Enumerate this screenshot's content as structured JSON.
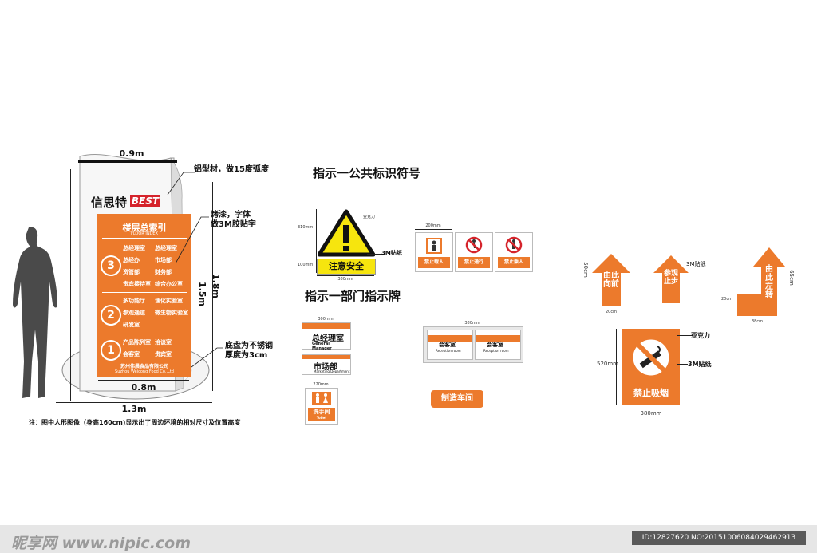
{
  "floor_directory": {
    "width_top": "0.9m",
    "width_base_outer": "1.3m",
    "width_base_inner": "0.8m",
    "height_total": "1.8m",
    "height_panel": "1.5m",
    "callout_frame": "铝型材，做15度弧度",
    "callout_paint": "烤漆，字体\n做3M胶贴字",
    "callout_base": "底盘为不锈钢\n厚度为3cm",
    "brand_cn": "信思特",
    "brand_logo": "BEST",
    "panel_title_cn": "楼层总索引",
    "panel_title_en": "FLOOR INDEX",
    "floors": [
      {
        "num": "3",
        "rooms": [
          [
            "总经理室",
            "总经理室"
          ],
          [
            "总经办",
            "市场部"
          ],
          [
            "资管部",
            "财务部"
          ],
          [
            "贵宾接待室",
            "综合办公室"
          ]
        ]
      },
      {
        "num": "2",
        "rooms": [
          [
            "多功能厅",
            "理化实验室"
          ],
          [
            "参观通道",
            "微生物实验室"
          ],
          [
            "研发室",
            ""
          ]
        ]
      },
      {
        "num": "1",
        "rooms": [
          [
            "产品陈列室",
            "洽谈室"
          ],
          [
            "会客室",
            "贵宾室"
          ]
        ]
      }
    ],
    "company_cn": "苏州伟晨食品有限公司",
    "company_en": "Suzhou Weicong Food Co.,Ltd",
    "note": "注：图中人形图像（身高160cm)显示出了周边环境的相对尺寸及位置高度"
  },
  "public_signs": {
    "title": "指示一公共标识符号",
    "warning_text": "注意安全",
    "warning_dim_w": "380mm",
    "warning_dim_h1": "310mm",
    "warning_dim_h2": "100mm",
    "label_acrylic": "亚克力",
    "label_3m": "3M贴纸",
    "trio_dim_w": "200mm",
    "trio": [
      "禁止载人",
      "禁止通行",
      "禁止乘人"
    ]
  },
  "dept_signs": {
    "title": "指示一部门指示牌",
    "gm_room": "总经理室",
    "gm_room_en": "General Manager",
    "market": "市场部",
    "market_en": "Marketing Department",
    "reception": "会客室",
    "reception_en": "Reception room",
    "toilet": "洗手间",
    "toilet_en": "Toilet",
    "workshop": "制造车间",
    "dim_300": "300mm",
    "dim_380": "380mm",
    "dim_220": "220mm"
  },
  "arrows": {
    "left_text": "由此向前",
    "left_height": "50cm",
    "left_width": "20cm",
    "mid_text": "参观止步",
    "mid_label": "3M贴纸",
    "right_text": "由此左转",
    "right_height": "65cm",
    "right_width": "38cm",
    "right_side": "20cm"
  },
  "no_smoking": {
    "text": "禁止吸烟",
    "height": "520mm",
    "width": "380mm",
    "label_acrylic": "亚克力",
    "label_3m": "3M贴纸"
  },
  "footer": {
    "watermark": "昵享网 www.nipic.com",
    "id_text": "ID:12827620 NO:20151006084029462913"
  }
}
